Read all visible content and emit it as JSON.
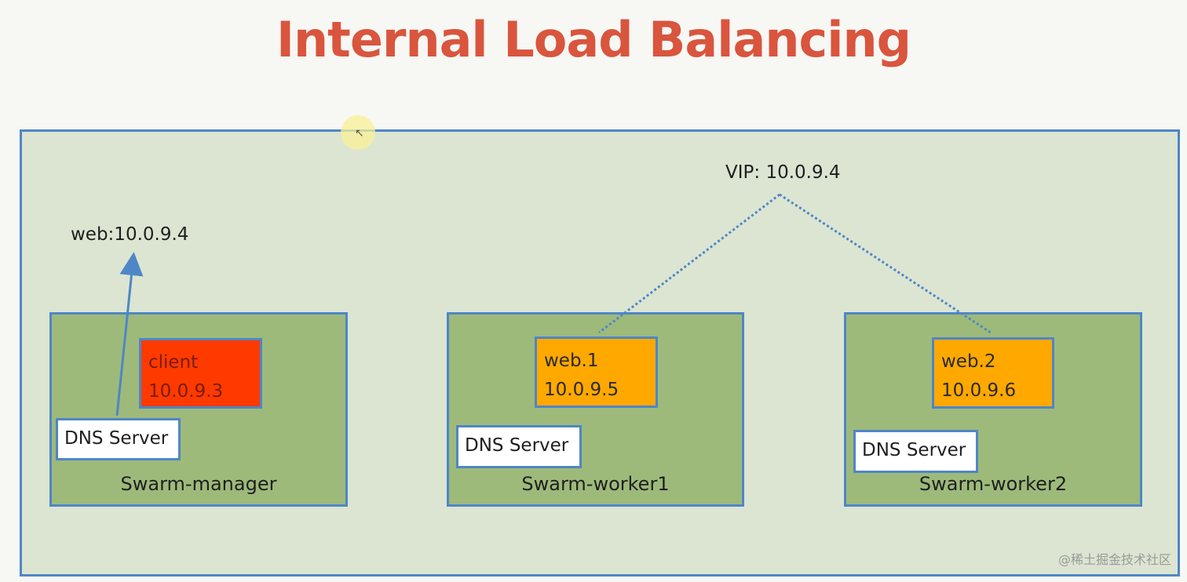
{
  "title": "Internal Load Balancing",
  "vip_label": "VIP: 10.0.9.4",
  "dns_result_label": "web:10.0.9.4",
  "hosts": [
    {
      "name": "Swarm-manager",
      "container": {
        "name": "client",
        "ip": "10.0.9.3",
        "color": "#ff3a00"
      },
      "dns_label": "DNS Server"
    },
    {
      "name": "Swarm-worker1",
      "container": {
        "name": "web.1",
        "ip": "10.0.9.5",
        "color": "#ffa800"
      },
      "dns_label": "DNS Server"
    },
    {
      "name": "Swarm-worker2",
      "container": {
        "name": "web.2",
        "ip": "10.0.9.6",
        "color": "#ffa800"
      },
      "dns_label": "DNS Server"
    }
  ],
  "watermark": "@稀土掘金技术社区",
  "colors": {
    "title": "#d9553d",
    "border": "#4f86c6",
    "outer_bg": "#dbe5d2",
    "host_bg": "#9dba7a"
  }
}
